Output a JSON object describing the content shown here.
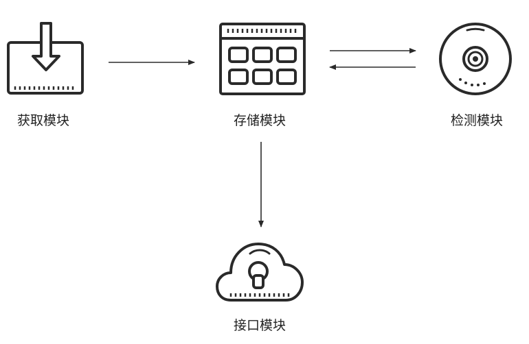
{
  "diagram": {
    "nodes": [
      {
        "id": "acquire",
        "label": "获取模块",
        "icon": "download-tray-icon"
      },
      {
        "id": "storage",
        "label": "存储模块",
        "icon": "storage-grid-icon"
      },
      {
        "id": "detect",
        "label": "检测模块",
        "icon": "disc-icon"
      },
      {
        "id": "interface",
        "label": "接口模块",
        "icon": "cloud-lock-icon"
      }
    ],
    "edges": [
      {
        "from": "acquire",
        "to": "storage"
      },
      {
        "from": "storage",
        "to": "detect"
      },
      {
        "from": "detect",
        "to": "storage"
      },
      {
        "from": "storage",
        "to": "interface"
      }
    ],
    "colors": {
      "stroke": "#2a2a2a",
      "label": "#222222"
    }
  }
}
